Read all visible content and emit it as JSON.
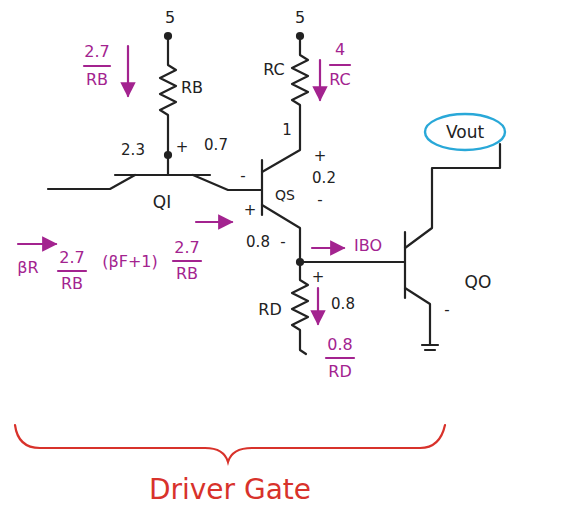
{
  "diagram": {
    "nodes": [
      {
        "text": [
          "Vout"
        ]
      }
    ],
    "labels": [
      "5",
      "5",
      "2.7",
      "RB",
      "RB",
      "4",
      "RC",
      "RC",
      "1",
      "2.3",
      "+",
      "0.7",
      "-",
      "QI",
      "+",
      "QS",
      "+",
      "0.2",
      "-",
      "0.8",
      "-",
      "IBO",
      "+",
      "0.8",
      "RD",
      "0.8",
      "RD",
      "QO",
      "-",
      "βR",
      "2.7",
      "RB",
      "(βF+1)",
      "2.7",
      "RB",
      "Driver Gate"
    ]
  }
}
